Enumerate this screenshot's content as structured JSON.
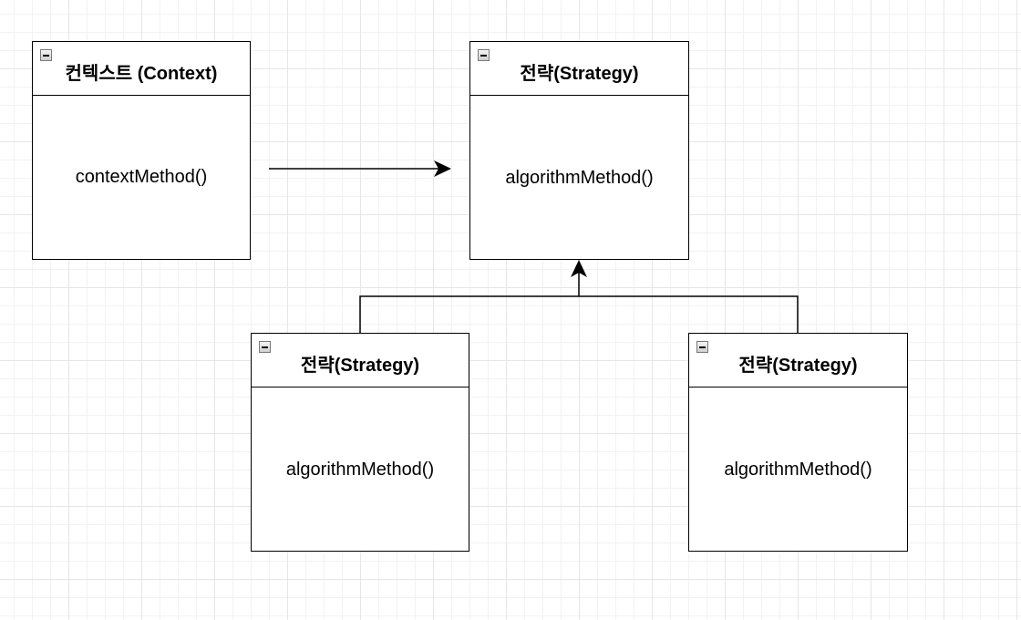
{
  "context": {
    "title": "컨텍스트 (Context)",
    "method": "contextMethod()"
  },
  "strategy": {
    "title": "전략(Strategy)",
    "method": "algorithmMethod()"
  },
  "strategy_left": {
    "title": "전략(Strategy)",
    "method": "algorithmMethod()"
  },
  "strategy_right": {
    "title": "전략(Strategy)",
    "method": "algorithmMethod()"
  },
  "icons": {
    "collapse": "collapse-icon"
  },
  "colors": {
    "stroke": "#000000",
    "grid": "#e6e6e6",
    "background": "#ffffff"
  }
}
